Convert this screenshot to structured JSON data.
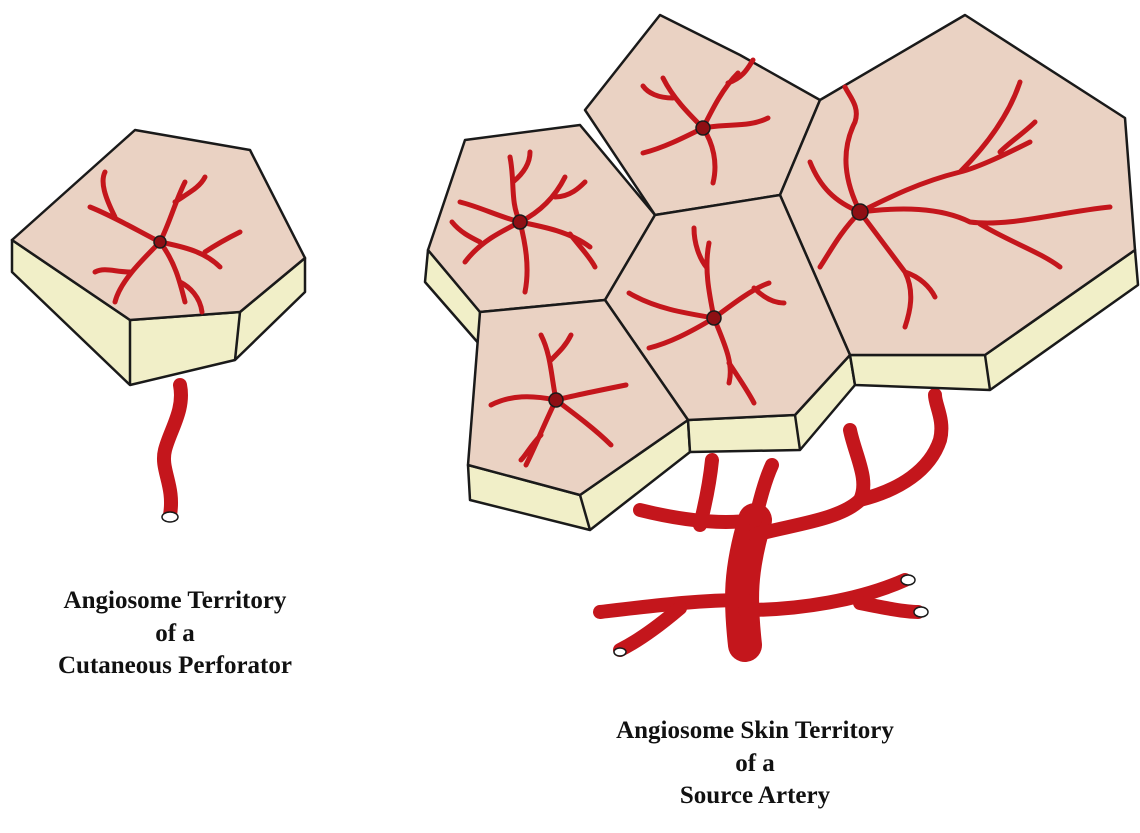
{
  "captions": {
    "left": {
      "line1": "Angiosome Territory",
      "line2": "of a",
      "line3": "Cutaneous Perforator"
    },
    "right": {
      "line1": "Angiosome Skin Territory",
      "line2": "of a",
      "line3": "Source Artery"
    }
  },
  "colors": {
    "skin_top": "#ead2c3",
    "skin_side": "#f1efc8",
    "vessel": "#c4161c",
    "vessel_dark": "#8e0f14",
    "outline": "#1a1a1a"
  }
}
